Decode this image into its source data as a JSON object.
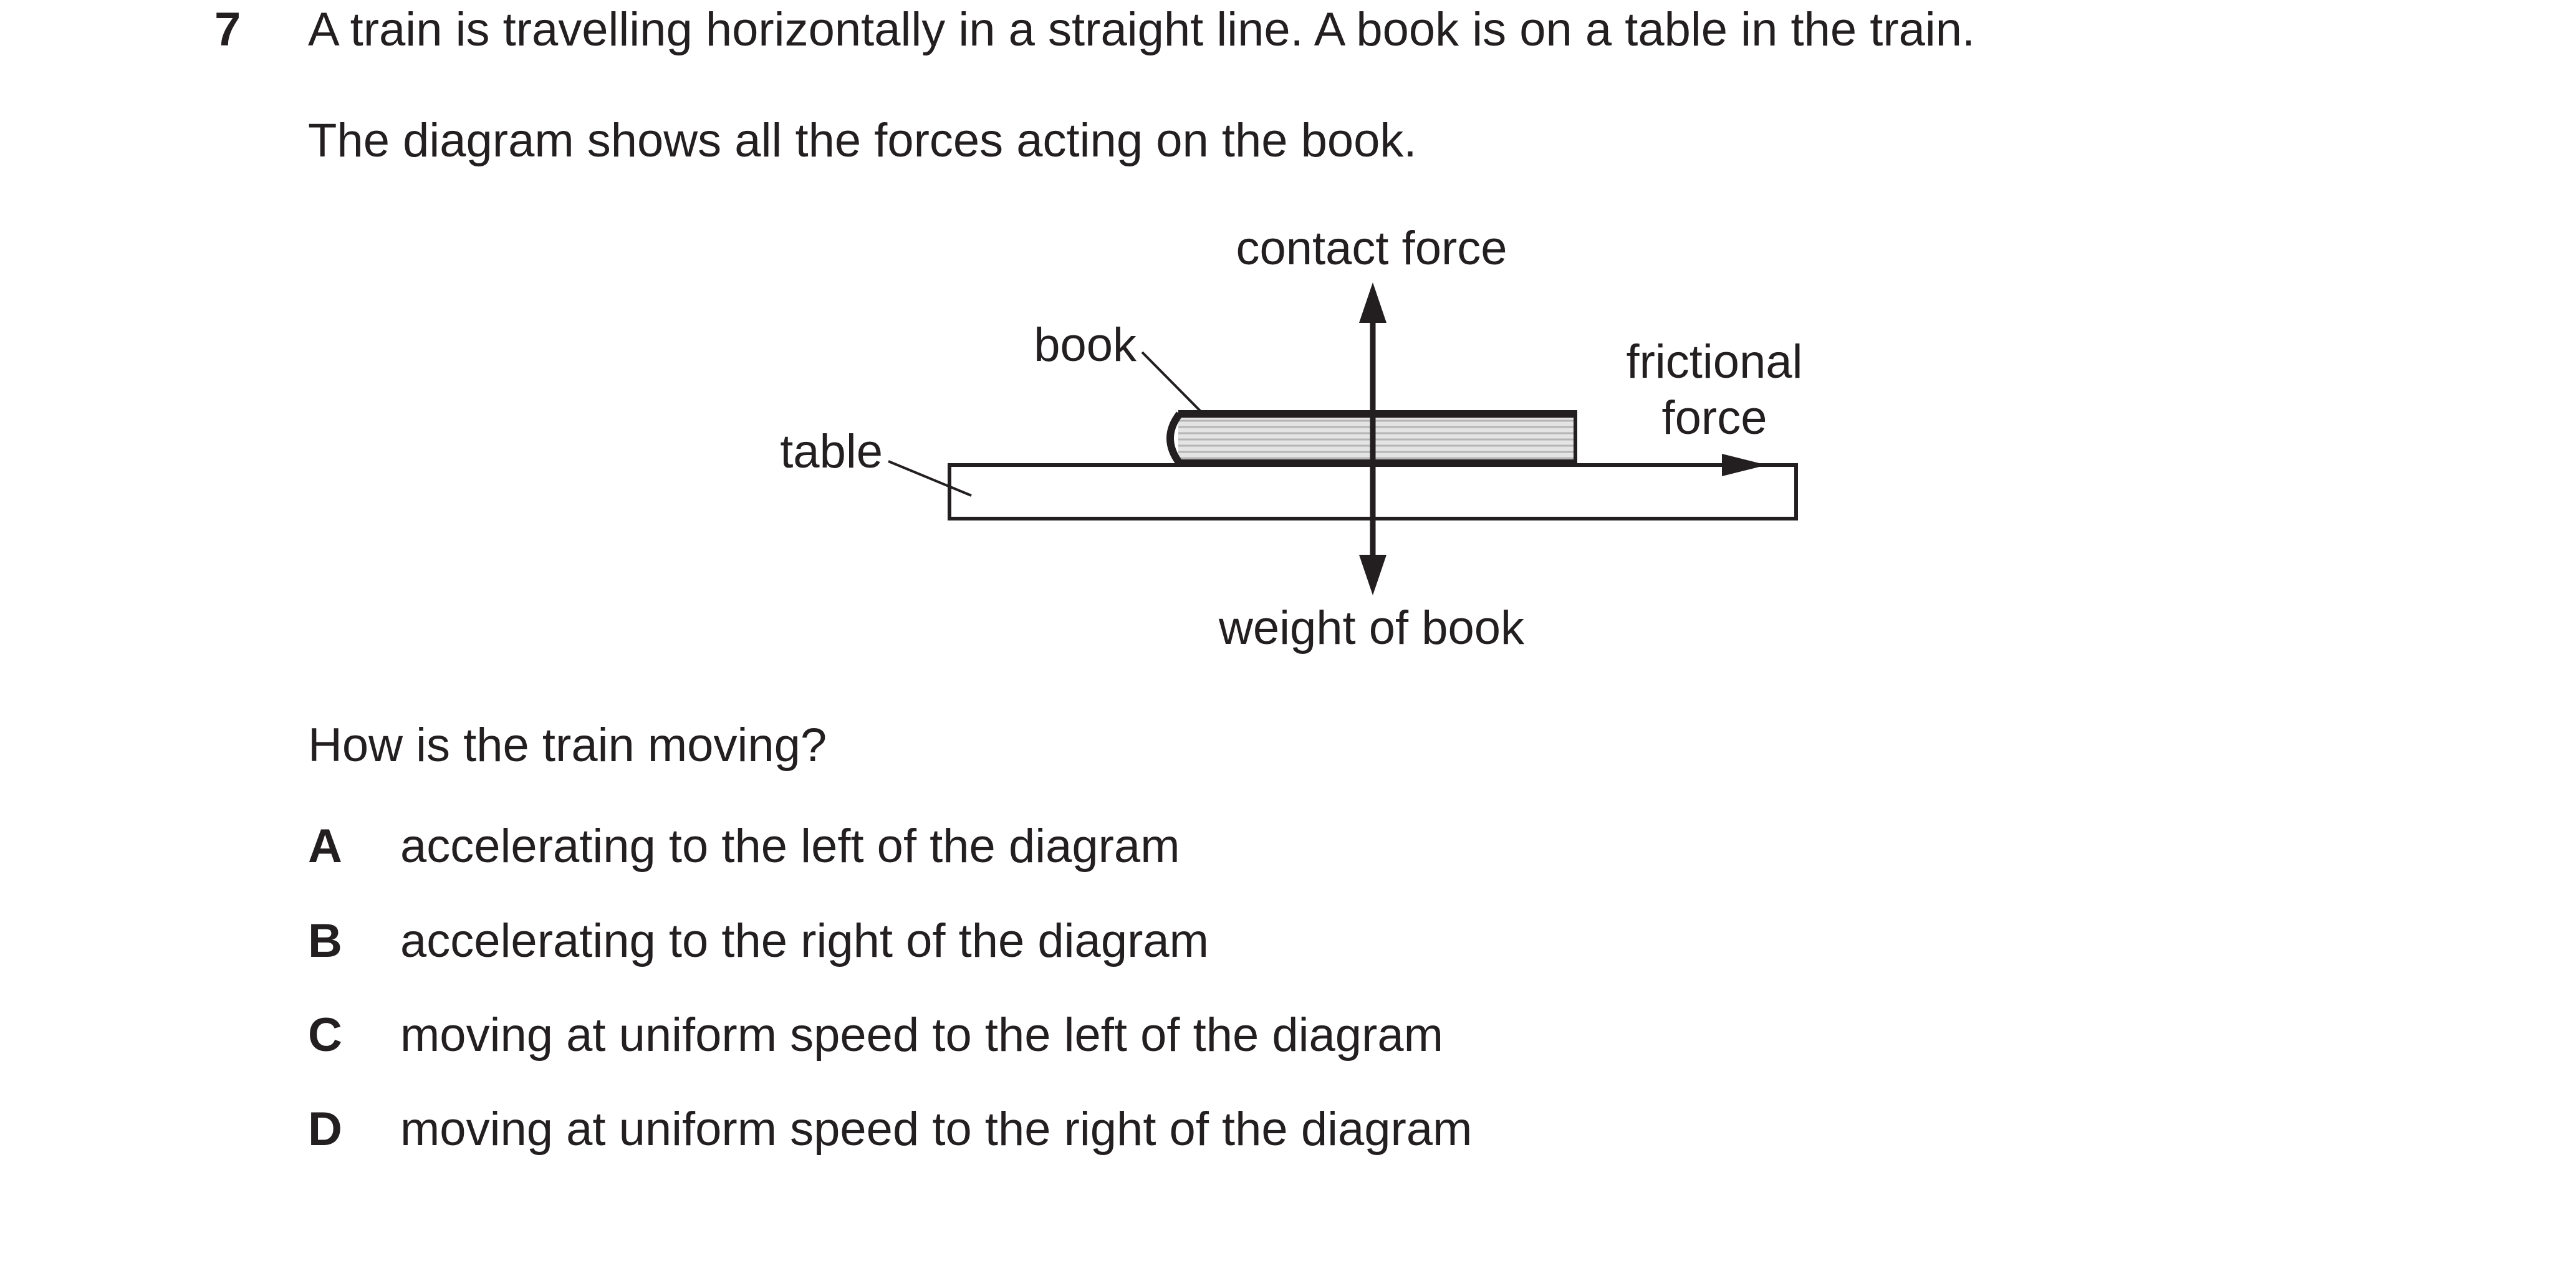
{
  "question": {
    "number": "7",
    "stem_line1": "A train is travelling horizontally in a straight line. A book is on a table in the train.",
    "stem_line2": "The diagram shows all the forces acting on the book.",
    "prompt": "How is the train moving?"
  },
  "diagram": {
    "labels": {
      "contact_force": "contact force",
      "book": "book",
      "table": "table",
      "frictional_line1": "frictional",
      "frictional_line2": "force",
      "weight": "weight of book"
    }
  },
  "options": [
    {
      "letter": "A",
      "text": "accelerating to the left of the diagram"
    },
    {
      "letter": "B",
      "text": "accelerating to the right of the diagram"
    },
    {
      "letter": "C",
      "text": "moving at uniform speed to the left of the diagram"
    },
    {
      "letter": "D",
      "text": "moving at uniform speed to the right of the diagram"
    }
  ]
}
